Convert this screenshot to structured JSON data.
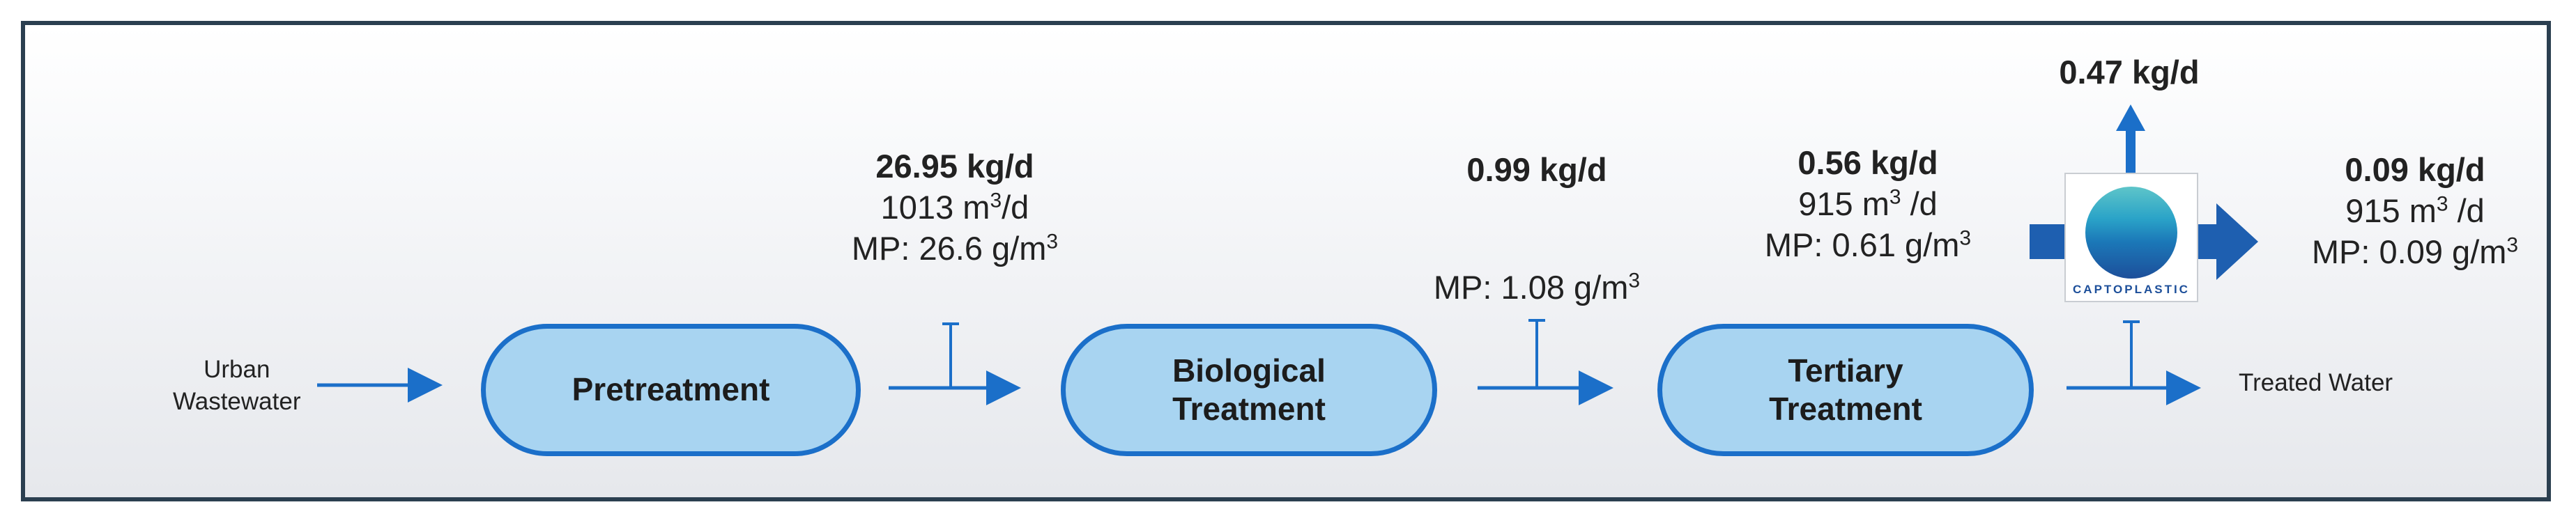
{
  "nodes": {
    "input_label_line1": "Urban",
    "input_label_line2": "Wastewater",
    "pretreatment": "Pretreatment",
    "biological_line1": "Biological",
    "biological_line2": "Treatment",
    "tertiary_line1": "Tertiary",
    "tertiary_line2": "Treatment",
    "output_label": "Treated Water"
  },
  "stream1": {
    "load": "26.95 kg/d",
    "flow": "1013",
    "mp": "MP: 26.6 g/m"
  },
  "stream2": {
    "load": "0.99 kg/d",
    "mp": "MP: 1.08 g/m"
  },
  "stream3": {
    "load": "0.56 kg/d",
    "flow": "915",
    "mp": "MP: 0.61 g/m"
  },
  "stream4": {
    "load": "0.09 kg/d",
    "flow": "915",
    "mp": "MP: 0.09 g/m"
  },
  "captured": {
    "load": "0.47 kg/d"
  },
  "units": {
    "flow_unit": "m",
    "flow_per_day": "/d",
    "flow_per_day_spaced": " /d",
    "superscript": "3"
  },
  "logo": {
    "text": "CAPTOPLASTIC"
  },
  "colors": {
    "arrow": "#1b6fc9",
    "node_fill": "#a8d4f1",
    "node_border": "#1b6fc9",
    "block_arrow": "#1e5fb0"
  }
}
